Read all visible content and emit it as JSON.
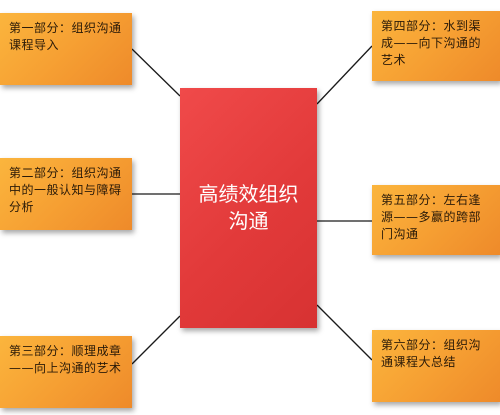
{
  "center": {
    "title": "高绩效组织沟通"
  },
  "nodes": [
    {
      "text": "第一部分：组织沟通课程导入"
    },
    {
      "text": "第二部分：组织沟通中的一般认知与障碍分析"
    },
    {
      "text": "第三部分：顺理成章——向上沟通的艺术"
    },
    {
      "text": "第四部分：水到渠成——向下沟通的艺术"
    },
    {
      "text": "第五部分：左右逢源——多赢的跨部门沟通"
    },
    {
      "text": "第六部分：组织沟通课程大总结"
    }
  ],
  "colors": {
    "center_fill": "#e23a3a",
    "node_fill": "#f6a033",
    "connector": "#1a1a1a"
  }
}
